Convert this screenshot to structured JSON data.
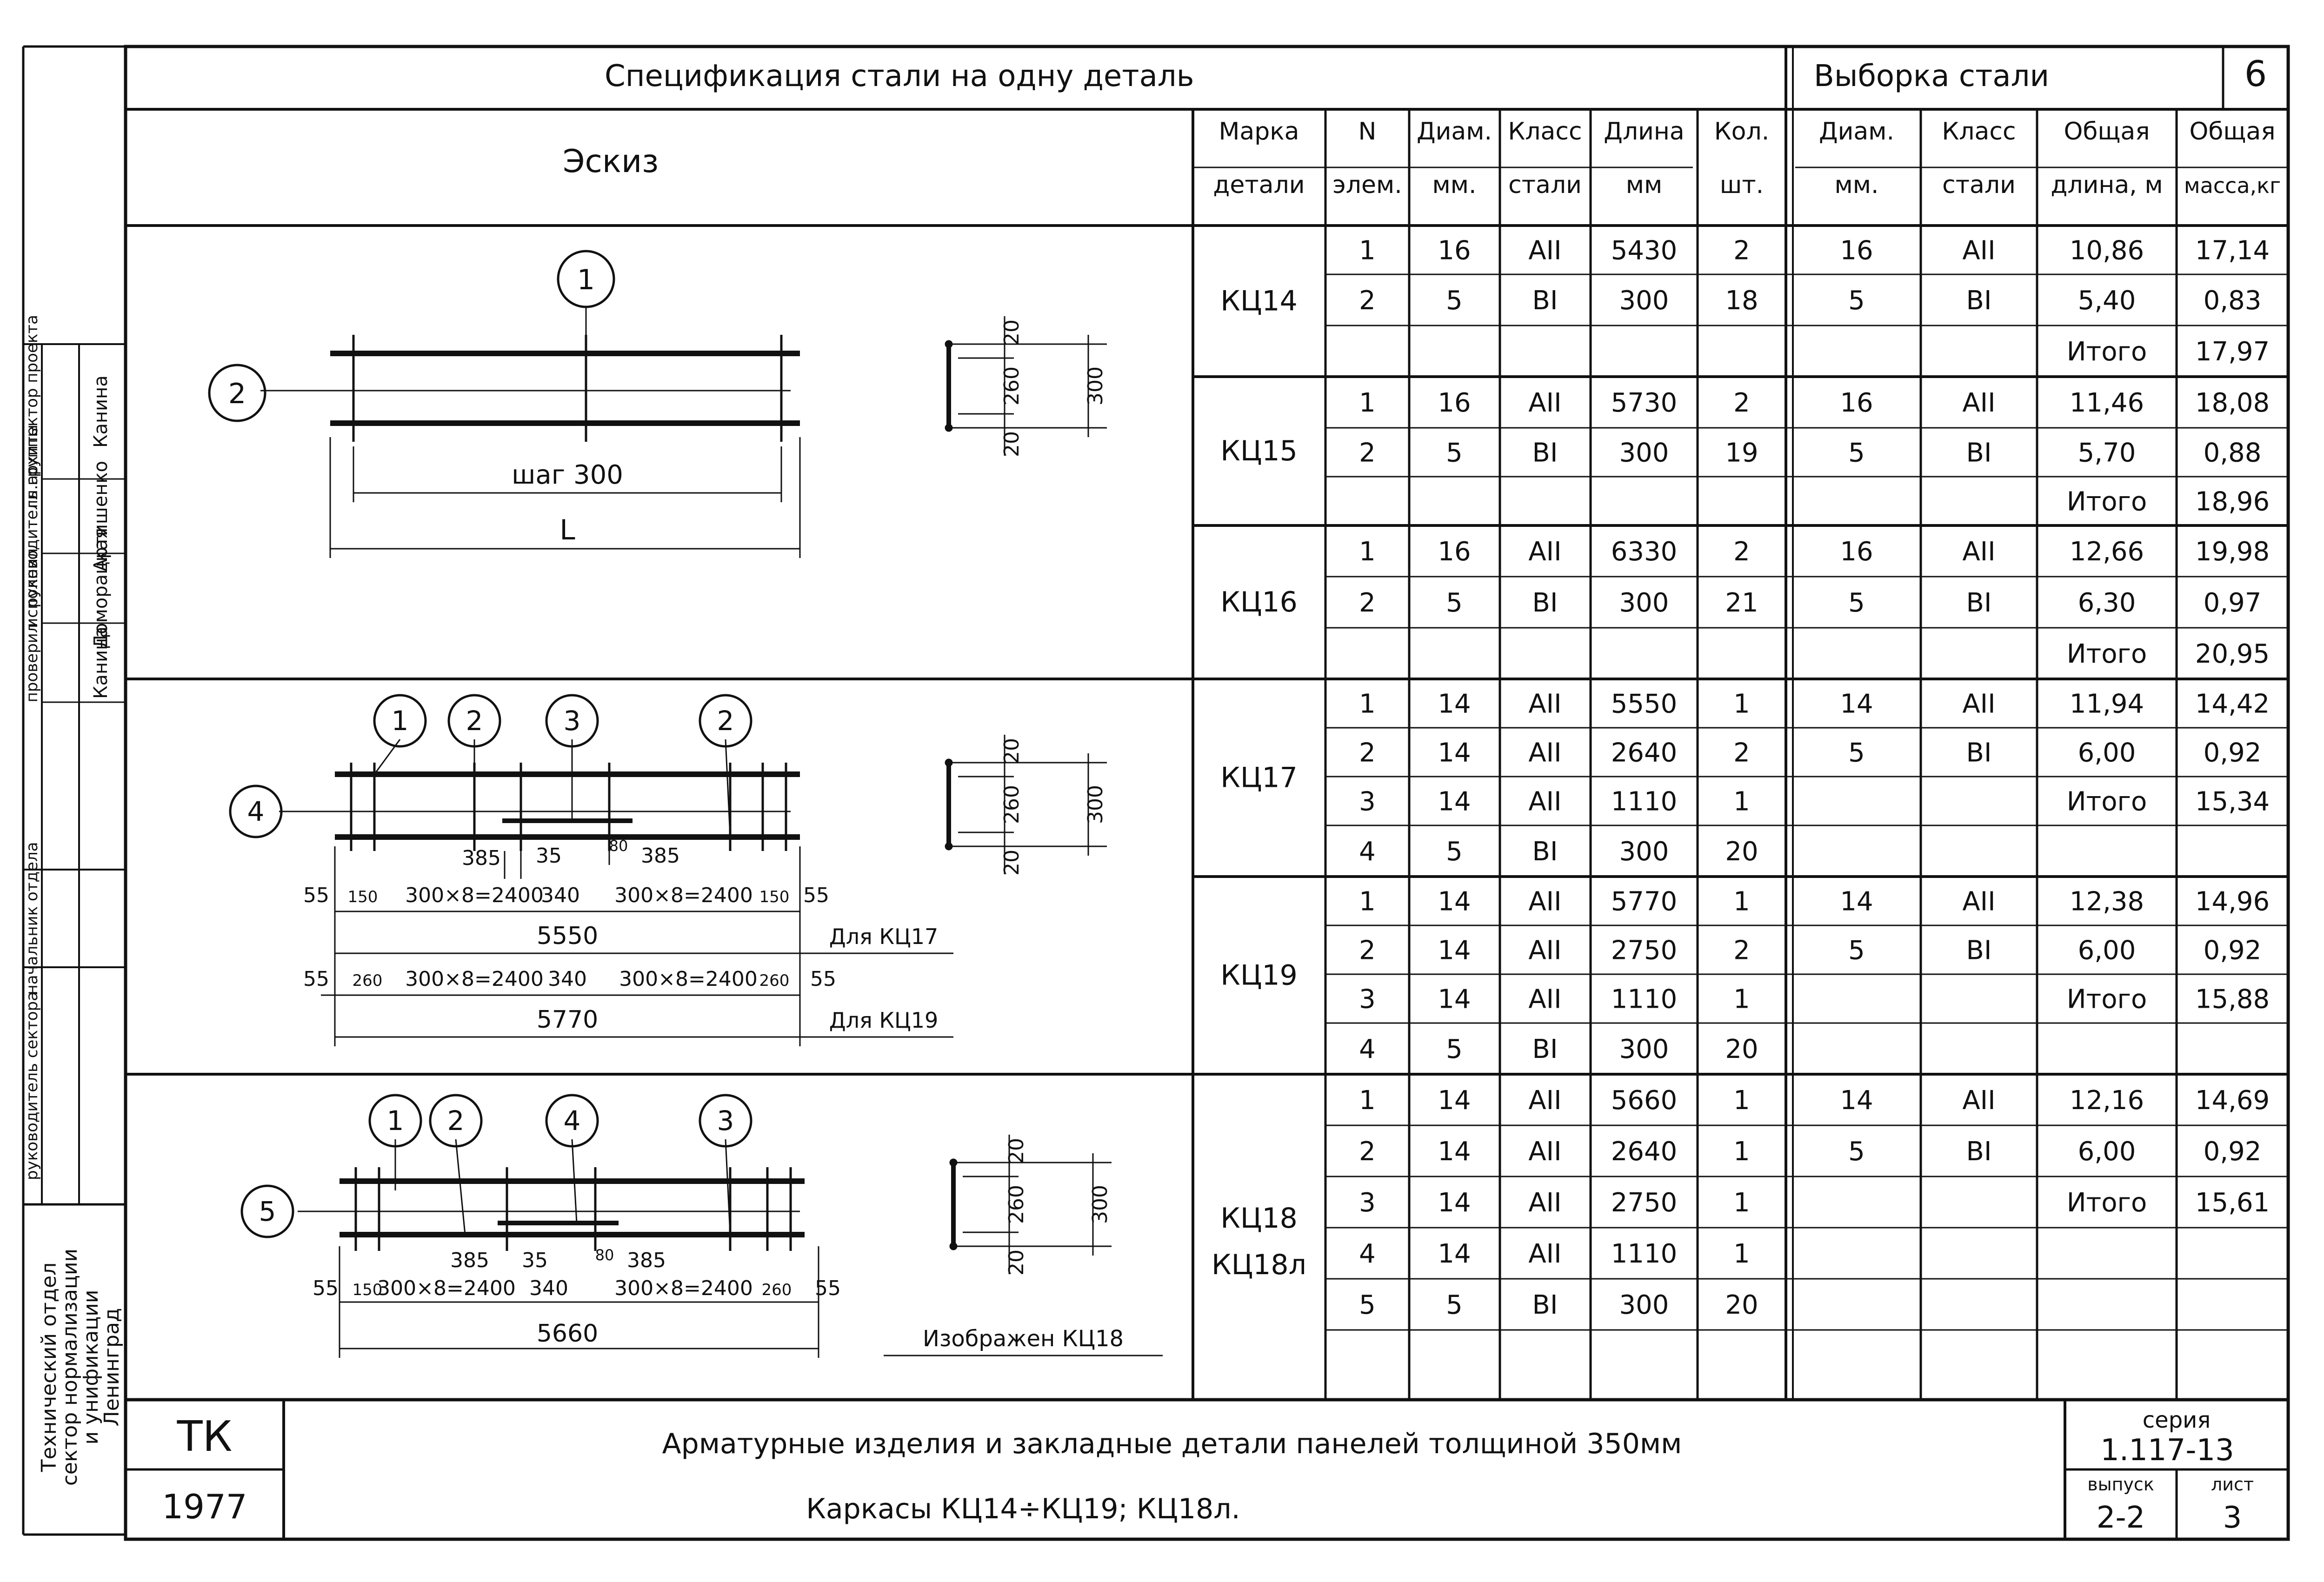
{
  "titles": {
    "spec": "Спецификация стали на одну деталь",
    "selection": "Выборка стали",
    "sheet_corner": "6",
    "sketch": "Эскиз"
  },
  "spec_header": {
    "mark": [
      "Марка",
      "детали"
    ],
    "n": [
      "N",
      "элем."
    ],
    "diam": [
      "Диам.",
      "мм."
    ],
    "class": [
      "Класс",
      "стали"
    ],
    "length": [
      "Длина",
      "мм"
    ],
    "qty": [
      "Кол.",
      "шт."
    ]
  },
  "sel_header": {
    "diam": [
      "Диам.",
      "мм."
    ],
    "class": [
      "Класс",
      "стали"
    ],
    "total_len": [
      "Общая",
      "длина, м"
    ],
    "total_mass": [
      "Общая",
      "масса,кг"
    ]
  },
  "groups": [
    {
      "mark": "КЦ14",
      "mark2": "",
      "spec_rows": [
        {
          "n": "1",
          "d": "16",
          "cls": "АII",
          "len": "5430",
          "qty": "2"
        },
        {
          "n": "2",
          "d": "5",
          "cls": "BI",
          "len": "300",
          "qty": "18"
        },
        {
          "n": "",
          "d": "",
          "cls": "",
          "len": "",
          "qty": ""
        }
      ],
      "sel_rows": [
        {
          "d": "16",
          "cls": "АII",
          "tl": "10,86",
          "tm": "17,14"
        },
        {
          "d": "5",
          "cls": "BI",
          "tl": "5,40",
          "tm": "0,83"
        },
        {
          "d": "",
          "cls": "",
          "tl": "Итого",
          "tm": "17,97"
        }
      ]
    },
    {
      "mark": "КЦ15",
      "mark2": "",
      "spec_rows": [
        {
          "n": "1",
          "d": "16",
          "cls": "АII",
          "len": "5730",
          "qty": "2"
        },
        {
          "n": "2",
          "d": "5",
          "cls": "BI",
          "len": "300",
          "qty": "19"
        },
        {
          "n": "",
          "d": "",
          "cls": "",
          "len": "",
          "qty": ""
        }
      ],
      "sel_rows": [
        {
          "d": "16",
          "cls": "АII",
          "tl": "11,46",
          "tm": "18,08"
        },
        {
          "d": "5",
          "cls": "BI",
          "tl": "5,70",
          "tm": "0,88"
        },
        {
          "d": "",
          "cls": "",
          "tl": "Итого",
          "tm": "18,96"
        }
      ]
    },
    {
      "mark": "КЦ16",
      "mark2": "",
      "spec_rows": [
        {
          "n": "1",
          "d": "16",
          "cls": "АII",
          "len": "6330",
          "qty": "2"
        },
        {
          "n": "2",
          "d": "5",
          "cls": "BI",
          "len": "300",
          "qty": "21"
        },
        {
          "n": "",
          "d": "",
          "cls": "",
          "len": "",
          "qty": ""
        }
      ],
      "sel_rows": [
        {
          "d": "16",
          "cls": "АII",
          "tl": "12,66",
          "tm": "19,98"
        },
        {
          "d": "5",
          "cls": "BI",
          "tl": "6,30",
          "tm": "0,97"
        },
        {
          "d": "",
          "cls": "",
          "tl": "Итого",
          "tm": "20,95"
        }
      ]
    },
    {
      "mark": "КЦ17",
      "mark2": "",
      "spec_rows": [
        {
          "n": "1",
          "d": "14",
          "cls": "АII",
          "len": "5550",
          "qty": "1"
        },
        {
          "n": "2",
          "d": "14",
          "cls": "АII",
          "len": "2640",
          "qty": "2"
        },
        {
          "n": "3",
          "d": "14",
          "cls": "АII",
          "len": "1110",
          "qty": "1"
        },
        {
          "n": "4",
          "d": "5",
          "cls": "BI",
          "len": "300",
          "qty": "20"
        }
      ],
      "sel_rows": [
        {
          "d": "14",
          "cls": "АII",
          "tl": "11,94",
          "tm": "14,42"
        },
        {
          "d": "5",
          "cls": "BI",
          "tl": "6,00",
          "tm": "0,92"
        },
        {
          "d": "",
          "cls": "",
          "tl": "Итого",
          "tm": "15,34"
        },
        {
          "d": "",
          "cls": "",
          "tl": "",
          "tm": ""
        }
      ]
    },
    {
      "mark": "КЦ19",
      "mark2": "",
      "spec_rows": [
        {
          "n": "1",
          "d": "14",
          "cls": "АII",
          "len": "5770",
          "qty": "1"
        },
        {
          "n": "2",
          "d": "14",
          "cls": "АII",
          "len": "2750",
          "qty": "2"
        },
        {
          "n": "3",
          "d": "14",
          "cls": "АII",
          "len": "1110",
          "qty": "1"
        },
        {
          "n": "4",
          "d": "5",
          "cls": "BI",
          "len": "300",
          "qty": "20"
        }
      ],
      "sel_rows": [
        {
          "d": "14",
          "cls": "АII",
          "tl": "12,38",
          "tm": "14,96"
        },
        {
          "d": "5",
          "cls": "BI",
          "tl": "6,00",
          "tm": "0,92"
        },
        {
          "d": "",
          "cls": "",
          "tl": "Итого",
          "tm": "15,88"
        },
        {
          "d": "",
          "cls": "",
          "tl": "",
          "tm": ""
        }
      ]
    },
    {
      "mark": "КЦ18",
      "mark2": "КЦ18л",
      "spec_rows": [
        {
          "n": "1",
          "d": "14",
          "cls": "АII",
          "len": "5660",
          "qty": "1"
        },
        {
          "n": "2",
          "d": "14",
          "cls": "АII",
          "len": "2640",
          "qty": "1"
        },
        {
          "n": "3",
          "d": "14",
          "cls": "АII",
          "len": "2750",
          "qty": "1"
        },
        {
          "n": "4",
          "d": "14",
          "cls": "АII",
          "len": "1110",
          "qty": "1"
        },
        {
          "n": "5",
          "d": "5",
          "cls": "BI",
          "len": "300",
          "qty": "20"
        },
        {
          "n": "",
          "d": "",
          "cls": "",
          "len": "",
          "qty": ""
        }
      ],
      "sel_rows": [
        {
          "d": "14",
          "cls": "АII",
          "tl": "12,16",
          "tm": "14,69"
        },
        {
          "d": "5",
          "cls": "BI",
          "tl": "6,00",
          "tm": "0,92"
        },
        {
          "d": "",
          "cls": "",
          "tl": "Итого",
          "tm": "15,61"
        },
        {
          "d": "",
          "cls": "",
          "tl": "",
          "tm": ""
        },
        {
          "d": "",
          "cls": "",
          "tl": "",
          "tm": ""
        },
        {
          "d": "",
          "cls": "",
          "tl": "",
          "tm": ""
        }
      ]
    }
  ],
  "sketches": {
    "s1": {
      "pos_top": "1",
      "pos_left": "2",
      "step": "шаг 300",
      "length": "L"
    },
    "s2": {
      "bubbles": [
        "1",
        "2",
        "3",
        "2"
      ],
      "pos_left": "4",
      "d385a": "385",
      "d35": "35",
      "d80": "80",
      "d385b": "385",
      "row1": [
        "55",
        "150",
        "300×8=2400",
        "340",
        "300×8=2400",
        "150",
        "55"
      ],
      "total1": "5550",
      "for1": "Для КЦ17",
      "row2": [
        "55",
        "260",
        "300×8=2400",
        "340",
        "300×8=2400",
        "260",
        "55"
      ],
      "total2": "5770",
      "for2": "Для КЦ19"
    },
    "s3": {
      "bubbles": [
        "1",
        "2",
        "4",
        "3"
      ],
      "pos_left": "5",
      "d385a": "385",
      "d35": "35",
      "d80": "80",
      "d385b": "385",
      "row1": [
        "55",
        "150",
        "300×8=2400",
        "340",
        "300×8=2400",
        "260",
        "55"
      ],
      "total1": "5660",
      "shown": "Изображен КЦ18"
    },
    "section": {
      "d20": "20",
      "d260": "260",
      "d300": "300"
    }
  },
  "stamp": {
    "org": "ТК",
    "year": "1977",
    "line1": "Арматурные изделия и закладные детали панелей толщиной 350мм",
    "line2": "Каркасы КЦ14÷КЦ19; КЦ18л.",
    "series_label": "серия",
    "series": "1.117-13",
    "issue_label": "выпуск",
    "issue": "2-2",
    "sheet_label": "лист",
    "sheet": "3"
  },
  "side_block": {
    "roles": [
      "гл.архитектор проекта",
      "руководитель группы",
      "исполнил",
      "проверил",
      "",
      "начальник отдела",
      "руководитель сектора"
    ],
    "names": [
      "Канина",
      "Артишенко",
      "Доморацкая",
      "Канина",
      "",
      "",
      ""
    ],
    "org": [
      "Технический отдел",
      "сектор нормализации",
      "и унификации",
      "Ленинград"
    ]
  }
}
